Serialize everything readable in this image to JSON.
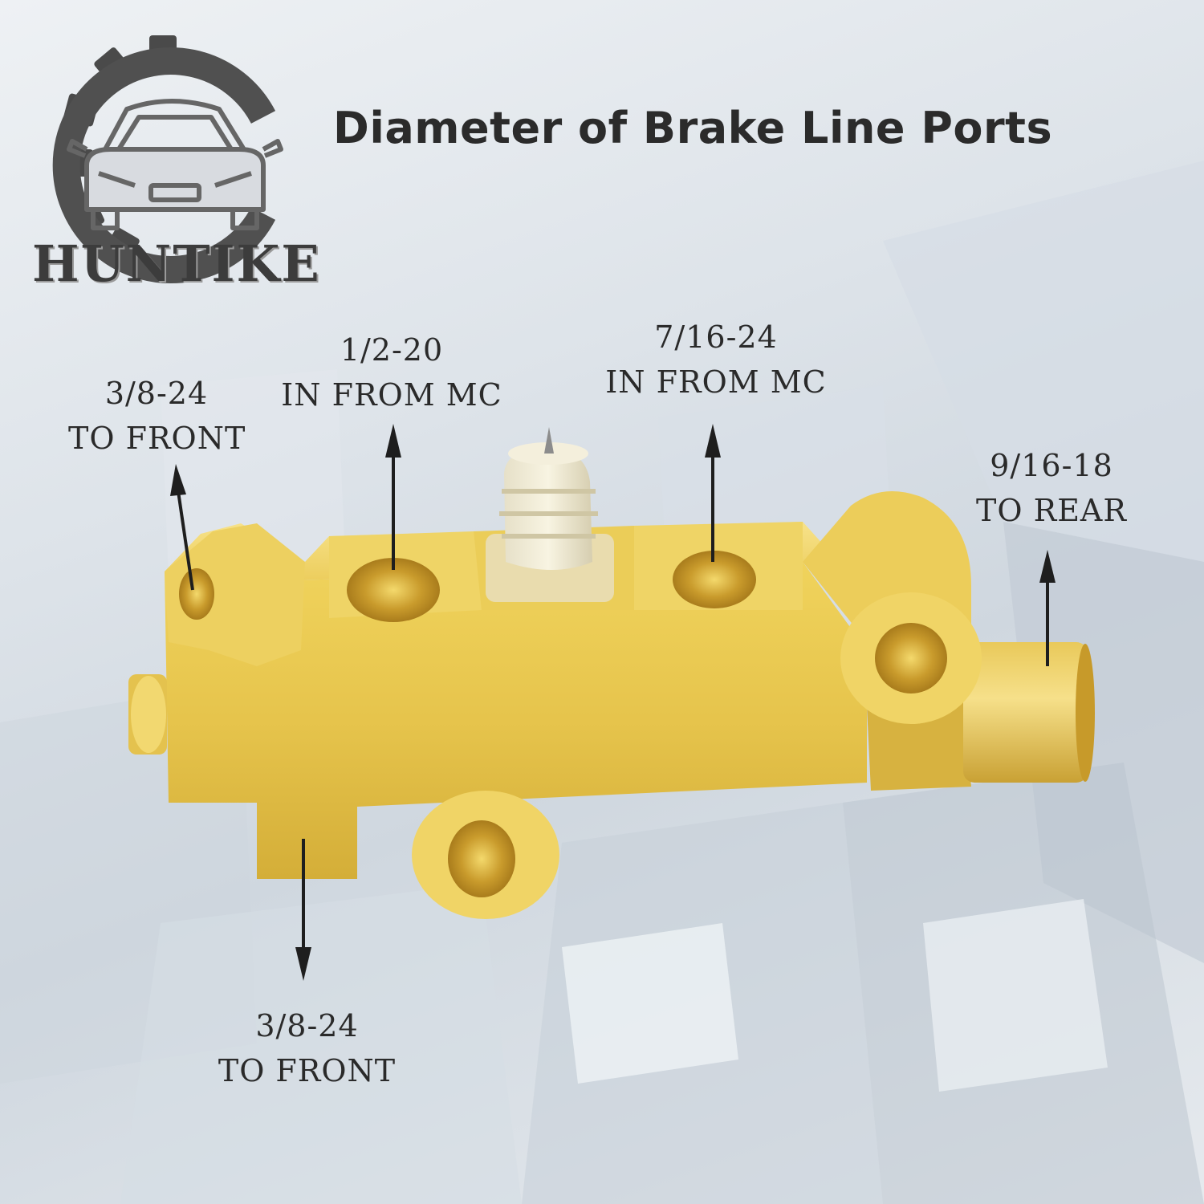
{
  "title": "Diameter of Brake Line Ports",
  "logo": {
    "brand": "HUNTIKE",
    "icon": "car-in-gear-icon"
  },
  "callouts": [
    {
      "id": "front-left",
      "size": "3/8-24",
      "direction": "TO FRONT"
    },
    {
      "id": "mc-primary",
      "size": "1/2-20",
      "direction": "IN FROM MC"
    },
    {
      "id": "mc-secondary",
      "size": "7/16-24",
      "direction": "IN FROM MC"
    },
    {
      "id": "rear",
      "size": "9/16-18",
      "direction": "TO REAR"
    },
    {
      "id": "front-bottom",
      "size": "3/8-24",
      "direction": "TO FRONT"
    }
  ],
  "colors": {
    "brass": "#e2c04a",
    "brass_dark": "#b8922a",
    "text": "#2a2a2a",
    "arrow": "#1e1e1e"
  }
}
